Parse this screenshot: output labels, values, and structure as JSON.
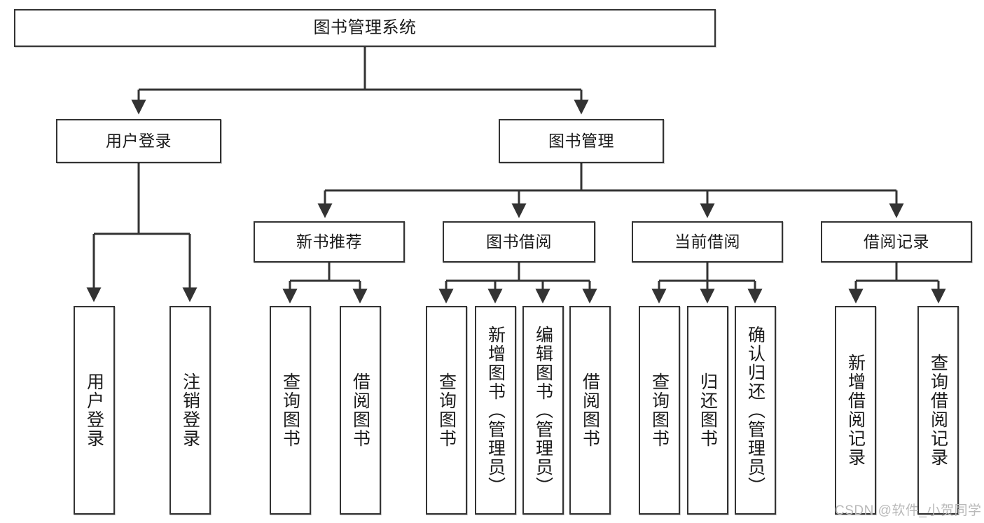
{
  "diagram": {
    "title": "图书管理系统",
    "type": "tree-hierarchy",
    "orientation": "top-down",
    "colors": {
      "box_border": "#333333",
      "box_fill": "#ffffff",
      "edge": "#333333",
      "text": "#1a1a1a",
      "background": "#ffffff",
      "watermark": "#b9b9b9"
    },
    "root": {
      "label": "图书管理系统"
    },
    "level1": [
      {
        "label": "用户登录"
      },
      {
        "label": "图书管理"
      }
    ],
    "level2": [
      {
        "label": "新书推荐"
      },
      {
        "label": "图书借阅"
      },
      {
        "label": "当前借阅"
      },
      {
        "label": "借阅记录"
      }
    ],
    "leaves": {
      "user_login": [
        {
          "label": "用户登录"
        },
        {
          "label": "注销登录"
        }
      ],
      "new_book_recommend": [
        {
          "label": "查询图书"
        },
        {
          "label": "借阅图书"
        }
      ],
      "book_borrow": [
        {
          "label": "查询图书"
        },
        {
          "label": "新增图书（管理员）"
        },
        {
          "label": "编辑图书（管理员）"
        },
        {
          "label": "借阅图书"
        }
      ],
      "current_borrow": [
        {
          "label": "查询图书"
        },
        {
          "label": "归还图书"
        },
        {
          "label": "确认归还（管理员）"
        }
      ],
      "borrow_record": [
        {
          "label": "新增借阅记录"
        },
        {
          "label": "查询借阅记录"
        }
      ]
    }
  },
  "watermark": {
    "text": "CSDN @软件_小贺同学"
  }
}
